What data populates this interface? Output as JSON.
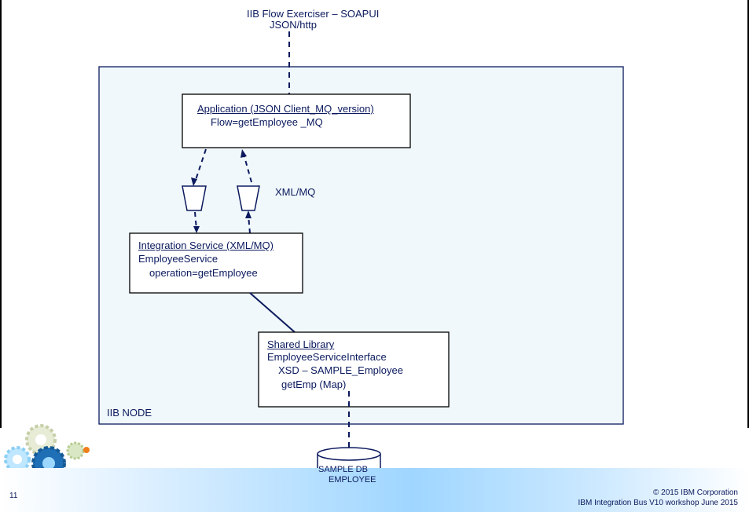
{
  "top_label": {
    "line1": "IIB Flow Exerciser – SOAPUI",
    "line2": "JSON/http"
  },
  "node_label": "IIB NODE",
  "application": {
    "title": "Application (JSON Client_MQ_version)",
    "flow": "Flow=getEmployee _MQ"
  },
  "queue_label": "XML/MQ",
  "integration_service": {
    "title": "Integration Service (XML/MQ)",
    "line2": "EmployeeService",
    "line3": "operation=getEmployee"
  },
  "shared_library": {
    "title": "Shared Library",
    "line2": "EmployeeServiceInterface",
    "line3": "XSD – SAMPLE_Employee",
    "line4": "getEmp (Map)"
  },
  "database": {
    "line1": "SAMPLE DB",
    "line2": "EMPLOYEE"
  },
  "footer": {
    "page_number": "11",
    "copyright": "© 2015 IBM Corporation",
    "event": "IBM Integration Bus V10 workshop June 2015"
  },
  "colors": {
    "text": "#0b1a5e",
    "node_fill": "#f0f8fb",
    "outline": "#0b1a5e"
  }
}
